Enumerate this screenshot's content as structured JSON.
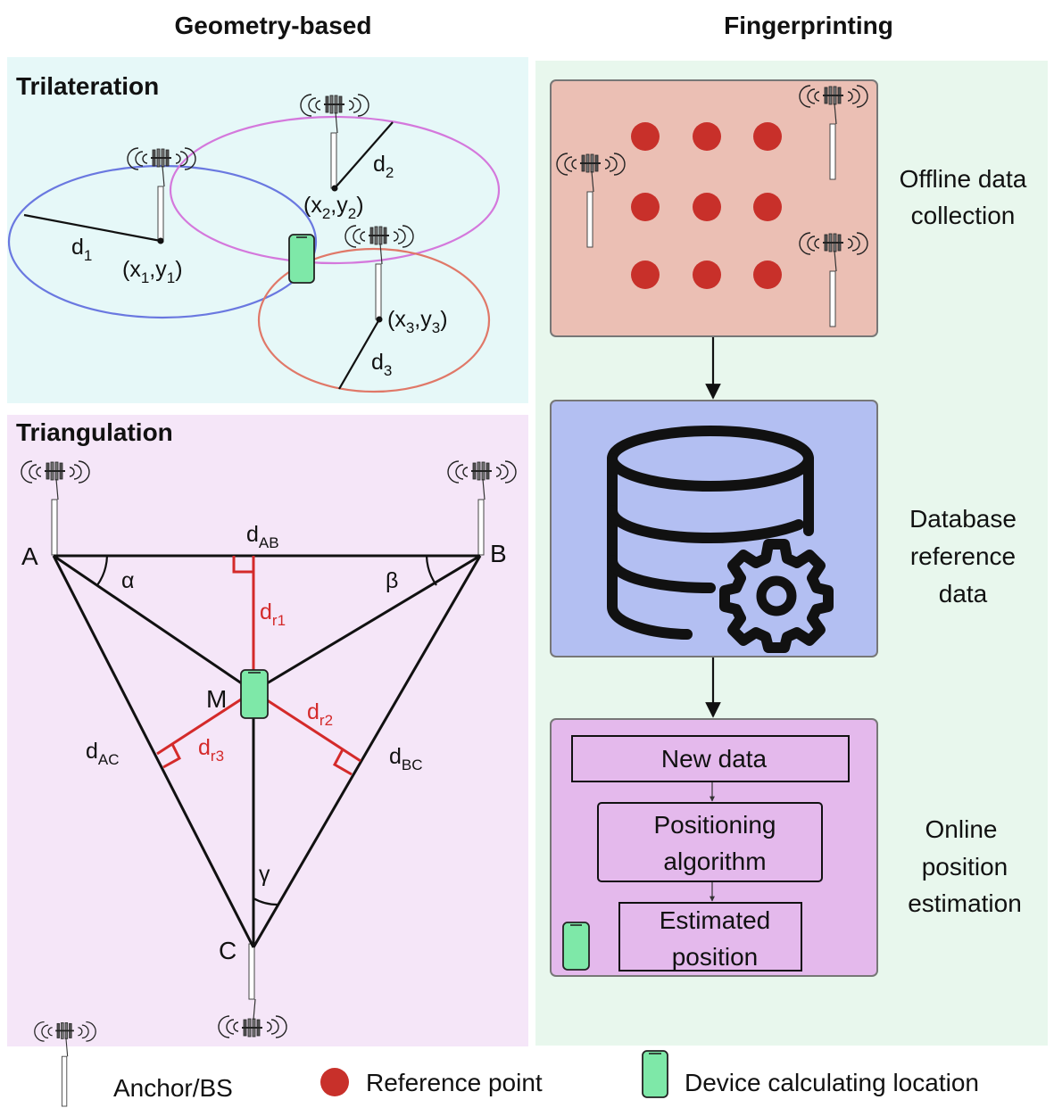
{
  "headers": {
    "left": "Geometry-based",
    "right": "Fingerprinting"
  },
  "trilateration": {
    "title": "Trilateration",
    "d1": {
      "base": "d",
      "sub": "1"
    },
    "d2": {
      "base": "d",
      "sub": "2"
    },
    "d3": {
      "base": "d",
      "sub": "3"
    },
    "p1": {
      "open": "(x",
      "s1": "1",
      "mid": ",y",
      "s2": "1",
      "close": ")"
    },
    "p2": {
      "open": "(x",
      "s1": "2",
      "mid": ",y",
      "s2": "2",
      "close": ")"
    },
    "p3": {
      "open": "(x",
      "s1": "3",
      "mid": ",y",
      "s2": "3",
      "close": ")"
    }
  },
  "triangulation": {
    "title": "Triangulation",
    "A": "A",
    "B": "B",
    "C": "C",
    "M": "M",
    "alpha": "α",
    "beta": "β",
    "gamma": "γ",
    "dAB": {
      "base": "d",
      "sub": "AB"
    },
    "dAC": {
      "base": "d",
      "sub": "AC"
    },
    "dBC": {
      "base": "d",
      "sub": "BC"
    },
    "dr1": {
      "base": "d",
      "sub": "r1"
    },
    "dr2": {
      "base": "d",
      "sub": "r2"
    },
    "dr3": {
      "base": "d",
      "sub": "r3"
    }
  },
  "fingerprinting": {
    "offline_label": [
      "Offline data",
      "collection"
    ],
    "database_label": [
      "Database",
      "reference",
      "data"
    ],
    "online_label": [
      "Online",
      "position",
      "estimation"
    ],
    "new_data": "New data",
    "positioning": [
      "Positioning",
      "algorithm"
    ],
    "estimated": [
      "Estimated",
      "position"
    ]
  },
  "legend": {
    "anchor": "Anchor/BS",
    "reference": "Reference point",
    "device": "Device calculating location"
  },
  "colors": {
    "trilat_bg": "#e6f8f8",
    "triang_bg": "#f5e6f8",
    "finger_bg": "#e8f7ed",
    "offline_box": "#ebbfb4",
    "database_box": "#b3bff2",
    "online_box": "#e4b9ec",
    "ref_point": "#c8302a",
    "device": "#7ee8a8",
    "circle1": "#6a78e0",
    "circle2": "#d478dc",
    "circle3": "#e07868",
    "perp": "#d42a2a"
  }
}
